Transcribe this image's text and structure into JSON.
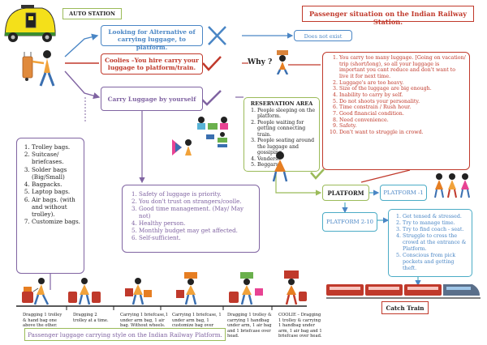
{
  "main_title": "Passenger situation on the Indian Railway Station.",
  "auto_station": "AUTO STATION",
  "options": {
    "alternative": "Looking for Alternative of carrying luggage, to platform.",
    "not_exist": "Does not exist",
    "coolies": "Coolies –You hire carry your luggage to platform/train.",
    "why": "Why ?",
    "by_yourself": "Carry Luggage by yourself"
  },
  "why_reasons": [
    "You carry too many luggage. [Going on vacation/ trip (short/long), so all your luggage is important you cant reduce and don't want to live it for next time.",
    "Luggage's are too heavy.",
    "Size of the luggage are big enough.",
    "Inability to carry by self.",
    "Do not shoots your personality.",
    "Time constrain / Rush hour.",
    "Good financial condition.",
    "Need convenience.",
    "Safety.",
    "Don't want to struggle in crowd."
  ],
  "reservation": {
    "title": "RESERVATION AREA",
    "items": [
      "People sleeping on the platform.",
      "People waiting for getting connecting train.",
      "People seating around the luggage and gossiping.",
      "Venders.",
      "Beggars."
    ]
  },
  "bag_types": [
    "Trolley bags.",
    "Suitcase/ briefcases.",
    "Solder bags (Big/Small)",
    "Bagpacks.",
    "Laptop bags.",
    "Air bags. (with and without trolley).",
    "Customize bags."
  ],
  "self_benefits": [
    "Safety of luggage is priority.",
    "You don't trust on strangers/coolle.",
    "Good time management. (May/ May not)",
    "Healthy person.",
    "Monthly budget may get affected.",
    "Self-sufficient."
  ],
  "platform": {
    "main": "PLATFORM",
    "p1": "PLATFORM -1",
    "p210": "PLATFORM 2-10"
  },
  "platform_steps": [
    "Get tensed & stressed.",
    "Try to manage time.",
    "Try to find coach - seat.",
    "Struggle to cross the crowd at the entrance & Platform.",
    "Conscious from pick pockets and getting theft."
  ],
  "catch_train": "Catch Train",
  "styles_title": "Passenger luggage carrying style on the Indian Railway Platform.",
  "carry_styles": [
    "Dragging 1 trolley & hand bag one above the other.",
    "Dragging 2 trolley at a time.",
    "Carrying 1 briefcase,1 under arm bag, 1 air bag. Without wheels.",
    "Carrying 1 briefcase, 1 under arm bag, 1 customize bag over head.",
    "Dragging 1 trolley & carrying 1 handbag under arm, 1 air bag and 1 briefcase over head.",
    "COOLIE – Dragging 1 trolley & carrying 1 handbag under arm, 1 air bag and 1 briefcase over head."
  ],
  "colors": {
    "red": "#c0392b",
    "blue": "#4a86c5",
    "purple": "#8064a2",
    "green": "#9bbb59",
    "teal": "#4bacc6"
  }
}
